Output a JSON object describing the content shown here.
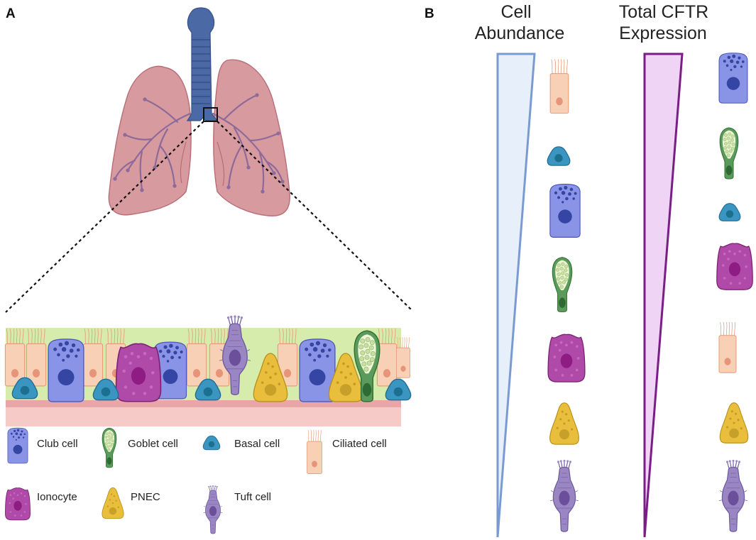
{
  "panels": {
    "a_label": "A",
    "b_label": "B"
  },
  "titles": {
    "cell_abundance_line1": "Cell",
    "cell_abundance_line2": "Abundance",
    "cftr_line1": "Total CFTR",
    "cftr_line2": "Expression"
  },
  "legend": {
    "club": "Club cell",
    "goblet": "Goblet cell",
    "basal": "Basal cell",
    "ciliated": "Ciliated cell",
    "ionocyte": "Ionocyte",
    "pnec": "PNEC",
    "tuft": "Tuft cell"
  },
  "colors": {
    "lung": "#d79a9f",
    "lung_dark": "#b86d75",
    "airway": "#8d6a9a",
    "trachea": "#4b6aa5",
    "ciliated": "#f8d0b6",
    "club": "#8a94e6",
    "club_nucleus": "#3545a3",
    "goblet": "#5a9a5a",
    "basal": "#3a95c0",
    "ionocyte": "#b04aa8",
    "pnec": "#e8be3c",
    "tuft": "#9a86c2",
    "mucus": "#cfe8a8",
    "basement": "#e8a6a8",
    "abundance_wedge": "#e7effa",
    "abundance_border": "#7a9bd2",
    "cftr_wedge": "#efd4f6",
    "cftr_border": "#7a1d86"
  },
  "abundance_order": [
    "ciliated",
    "basal",
    "club",
    "goblet",
    "ionocyte",
    "pnec",
    "tuft"
  ],
  "cftr_order": [
    "club",
    "goblet",
    "basal",
    "ionocyte",
    "ciliated",
    "pnec",
    "tuft"
  ]
}
